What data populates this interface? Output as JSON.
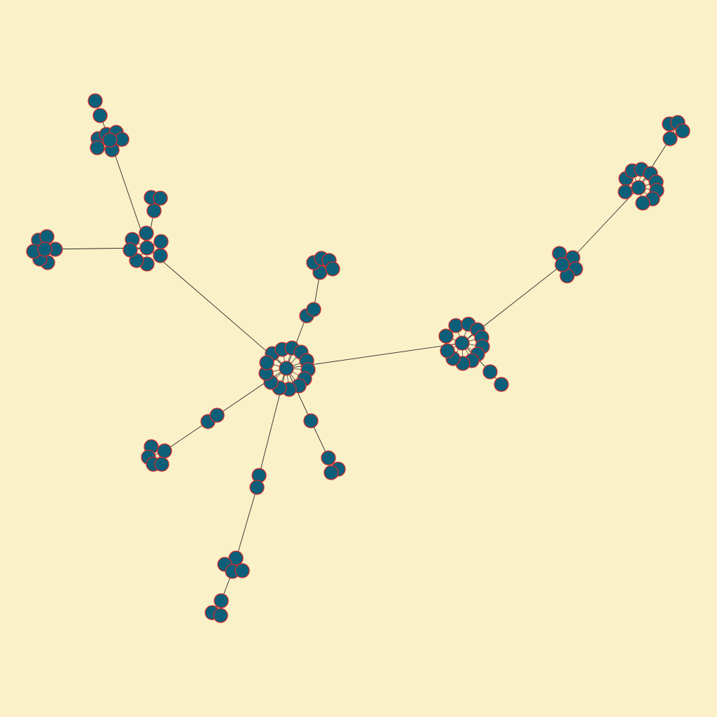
{
  "colors": {
    "background": "#fbf1c8",
    "node_fill": "#0c5f78",
    "node_stroke": "#d42a2a",
    "edge": "#2b2b2b"
  },
  "graph": {
    "type": "network",
    "hub_count": 6,
    "hubs": [
      "hub-center",
      "hub-right",
      "hub-upper-left",
      "hub-far-right",
      "hub-top-left",
      "hub-left"
    ]
  }
}
